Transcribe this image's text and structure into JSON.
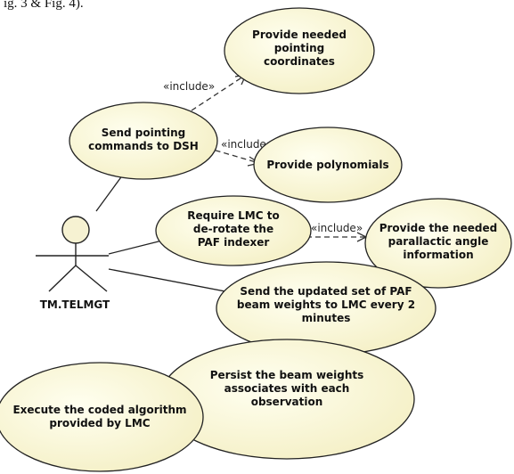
{
  "caption": "ig. 3 & Fig. 4).",
  "actor": {
    "name": "TM.TELMGT"
  },
  "include_label": "«include»",
  "use_cases": [
    {
      "id": "uc-pointing-coordinates",
      "lines": [
        "Provide needed",
        "pointing",
        "coordinates"
      ]
    },
    {
      "id": "uc-send-pointing",
      "lines": [
        "Send pointing",
        "commands to DSH"
      ]
    },
    {
      "id": "uc-polynomials",
      "lines": [
        "Provide polynomials"
      ]
    },
    {
      "id": "uc-derotate",
      "lines": [
        "Require LMC to",
        "de-rotate the",
        "PAF indexer"
      ]
    },
    {
      "id": "uc-parallactic",
      "lines": [
        "Provide the needed",
        "parallactic angle",
        "information"
      ]
    },
    {
      "id": "uc-beam-weights",
      "lines": [
        "Send the updated set of PAF",
        "beam weights to LMC every 2",
        "minutes"
      ]
    },
    {
      "id": "uc-persist",
      "lines": [
        "Persist the beam weights",
        "associates with each",
        "observation"
      ]
    },
    {
      "id": "uc-execute",
      "lines": [
        "Execute the coded algorithm",
        "provided by LMC"
      ]
    }
  ]
}
